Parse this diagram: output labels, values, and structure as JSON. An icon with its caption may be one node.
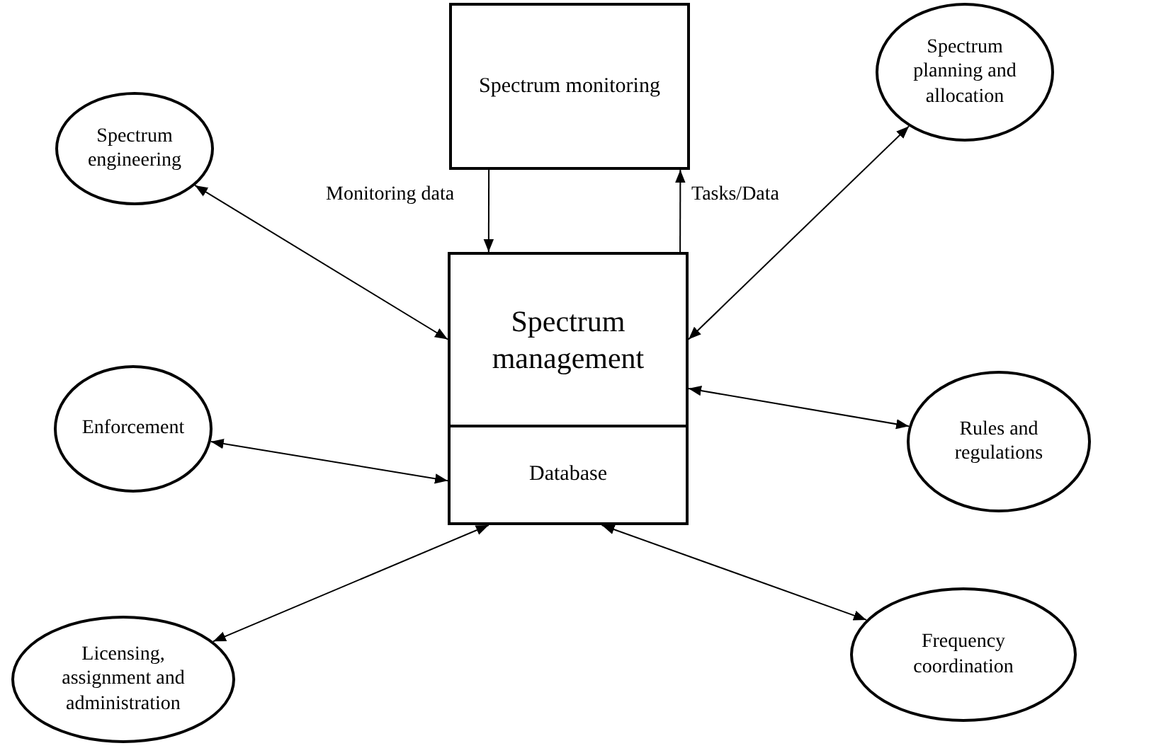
{
  "diagram": {
    "nodes": [
      {
        "text": [
          "Spectrum monitoring"
        ]
      },
      {
        "text": [
          "Spectrum engineering"
        ]
      },
      {
        "text": [
          "Spectrum planning and allocation"
        ]
      },
      {
        "text": [
          "Spectrum management"
        ]
      },
      {
        "text": [
          "Database"
        ],
        "in": 3
      },
      {
        "text": [
          "Rules and regulations"
        ]
      },
      {
        "text": [
          "Enforcement"
        ]
      },
      {
        "text": [
          "Licensing, assignment and administration"
        ]
      },
      {
        "text": [
          "Frequency coordination"
        ]
      }
    ],
    "edges": [
      {
        "from": 0,
        "to": 3,
        "arrow": "to",
        "label": "Monitoring data"
      },
      {
        "from": 3,
        "to": 0,
        "arrow": "to",
        "label": "Tasks/Data"
      },
      {
        "from": 1,
        "to": 3,
        "arrow": "both"
      },
      {
        "from": 2,
        "to": 3,
        "arrow": "both"
      },
      {
        "from": 3,
        "to": 5,
        "arrow": "both"
      },
      {
        "from": 6,
        "to": 4,
        "arrow": "both"
      },
      {
        "from": 4,
        "to": 7,
        "arrow": "both"
      },
      {
        "from": 4,
        "to": 8,
        "arrow": "both"
      }
    ]
  }
}
